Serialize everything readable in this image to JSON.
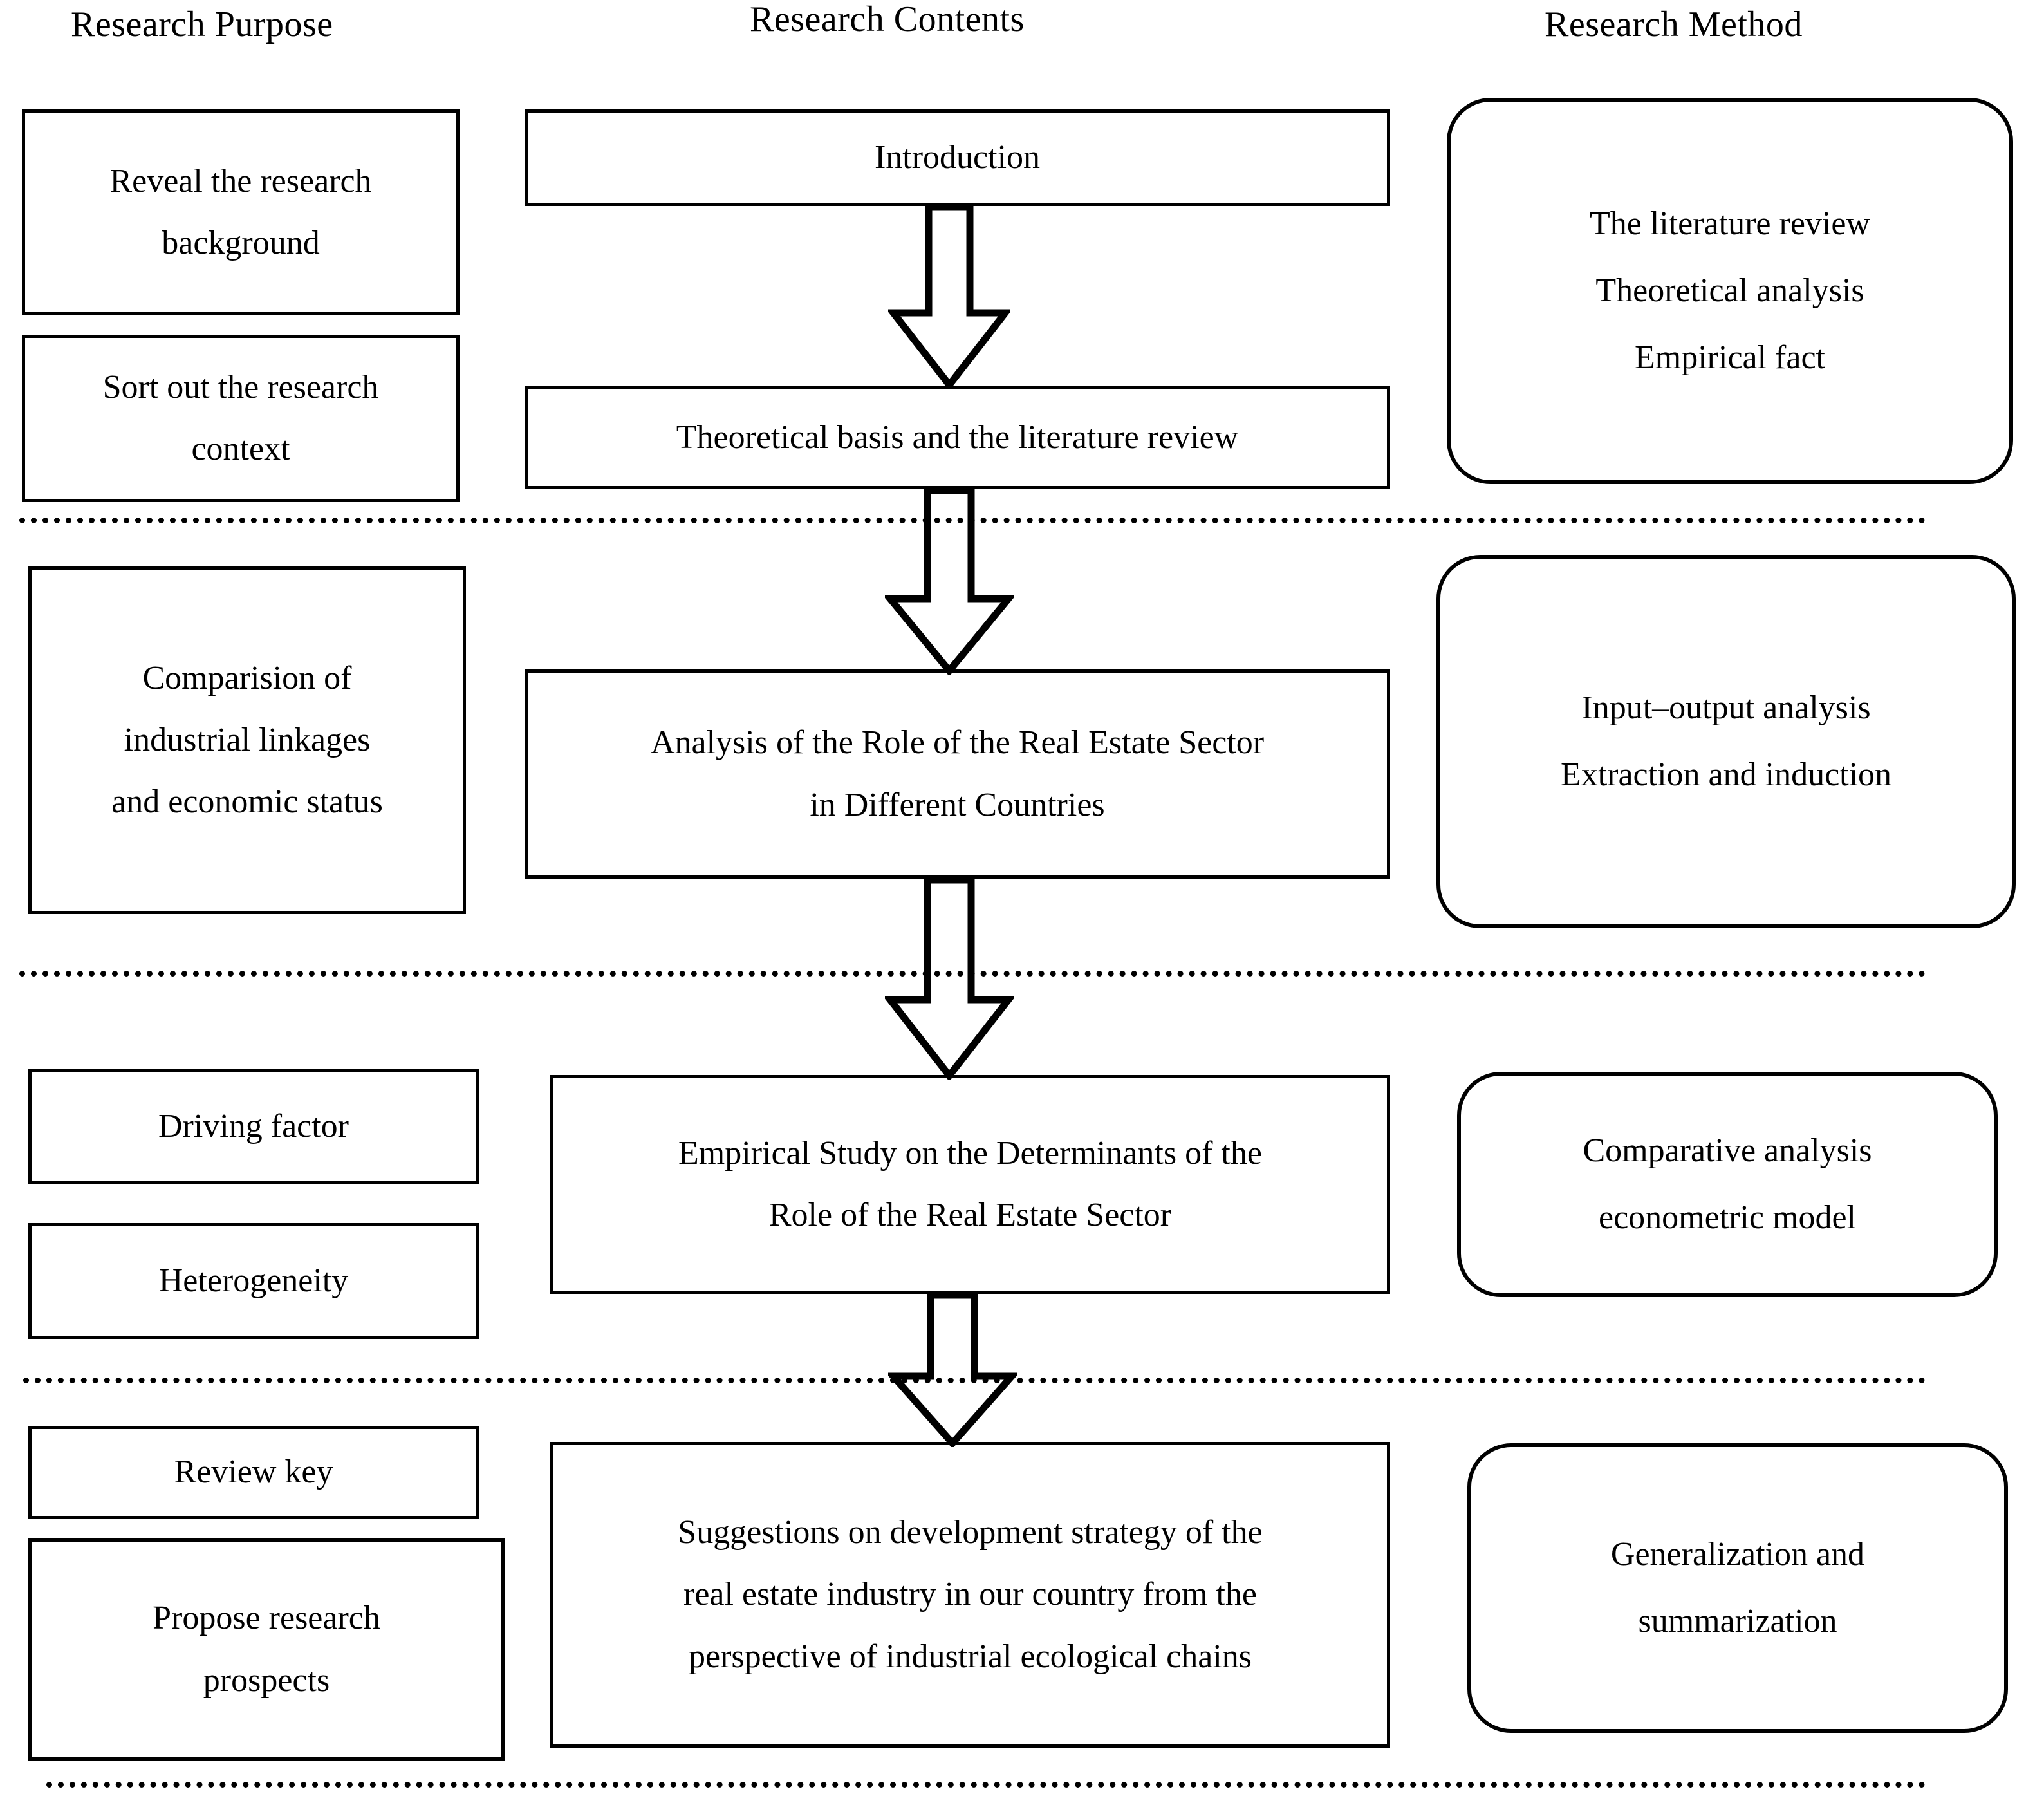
{
  "columns": {
    "purpose_header": "Research Purpose",
    "contents_header": "Research Contents",
    "method_header": "Research Method"
  },
  "purpose_boxes": [
    {
      "lines": [
        "Reveal the research",
        "background"
      ]
    },
    {
      "lines": [
        "Sort out the research",
        "context"
      ]
    },
    {
      "lines": [
        "Comparision of",
        "industrial linkages",
        "and economic status"
      ]
    },
    {
      "lines": [
        "Driving factor"
      ]
    },
    {
      "lines": [
        "Heterogeneity"
      ]
    },
    {
      "lines": [
        "Review key"
      ]
    },
    {
      "lines": [
        "Propose research",
        "prospects"
      ]
    }
  ],
  "contents_boxes": [
    {
      "lines": [
        "Introduction"
      ]
    },
    {
      "lines": [
        "Theoretical basis and the literature review"
      ]
    },
    {
      "lines": [
        "Analysis of the Role of the Real Estate Sector",
        "in Different Countries"
      ]
    },
    {
      "lines": [
        "Empirical Study on the Determinants of the",
        "Role of the Real Estate Sector"
      ]
    },
    {
      "lines": [
        "Suggestions on development strategy of the",
        "real estate industry in our country from the",
        "perspective of industrial ecological chains"
      ]
    }
  ],
  "method_boxes": [
    {
      "lines": [
        "The literature review",
        "Theoretical analysis",
        "Empirical fact"
      ]
    },
    {
      "lines": [
        "Input–output analysis",
        "Extraction and induction"
      ]
    },
    {
      "lines": [
        "Comparative analysis",
        "econometric model"
      ]
    },
    {
      "lines": [
        "Generalization and",
        "summarization"
      ]
    }
  ],
  "arrows": [
    {
      "name": "arrow-introduction-to-theoretical"
    },
    {
      "name": "arrow-theoretical-to-analysis"
    },
    {
      "name": "arrow-analysis-to-empirical"
    },
    {
      "name": "arrow-empirical-to-suggestions"
    }
  ],
  "separators": [
    {
      "name": "separator-stage-1"
    },
    {
      "name": "separator-stage-2"
    },
    {
      "name": "separator-stage-3"
    },
    {
      "name": "separator-stage-4"
    }
  ],
  "colors": {
    "stroke": "#000000",
    "background": "#ffffff",
    "text": "#000000"
  }
}
